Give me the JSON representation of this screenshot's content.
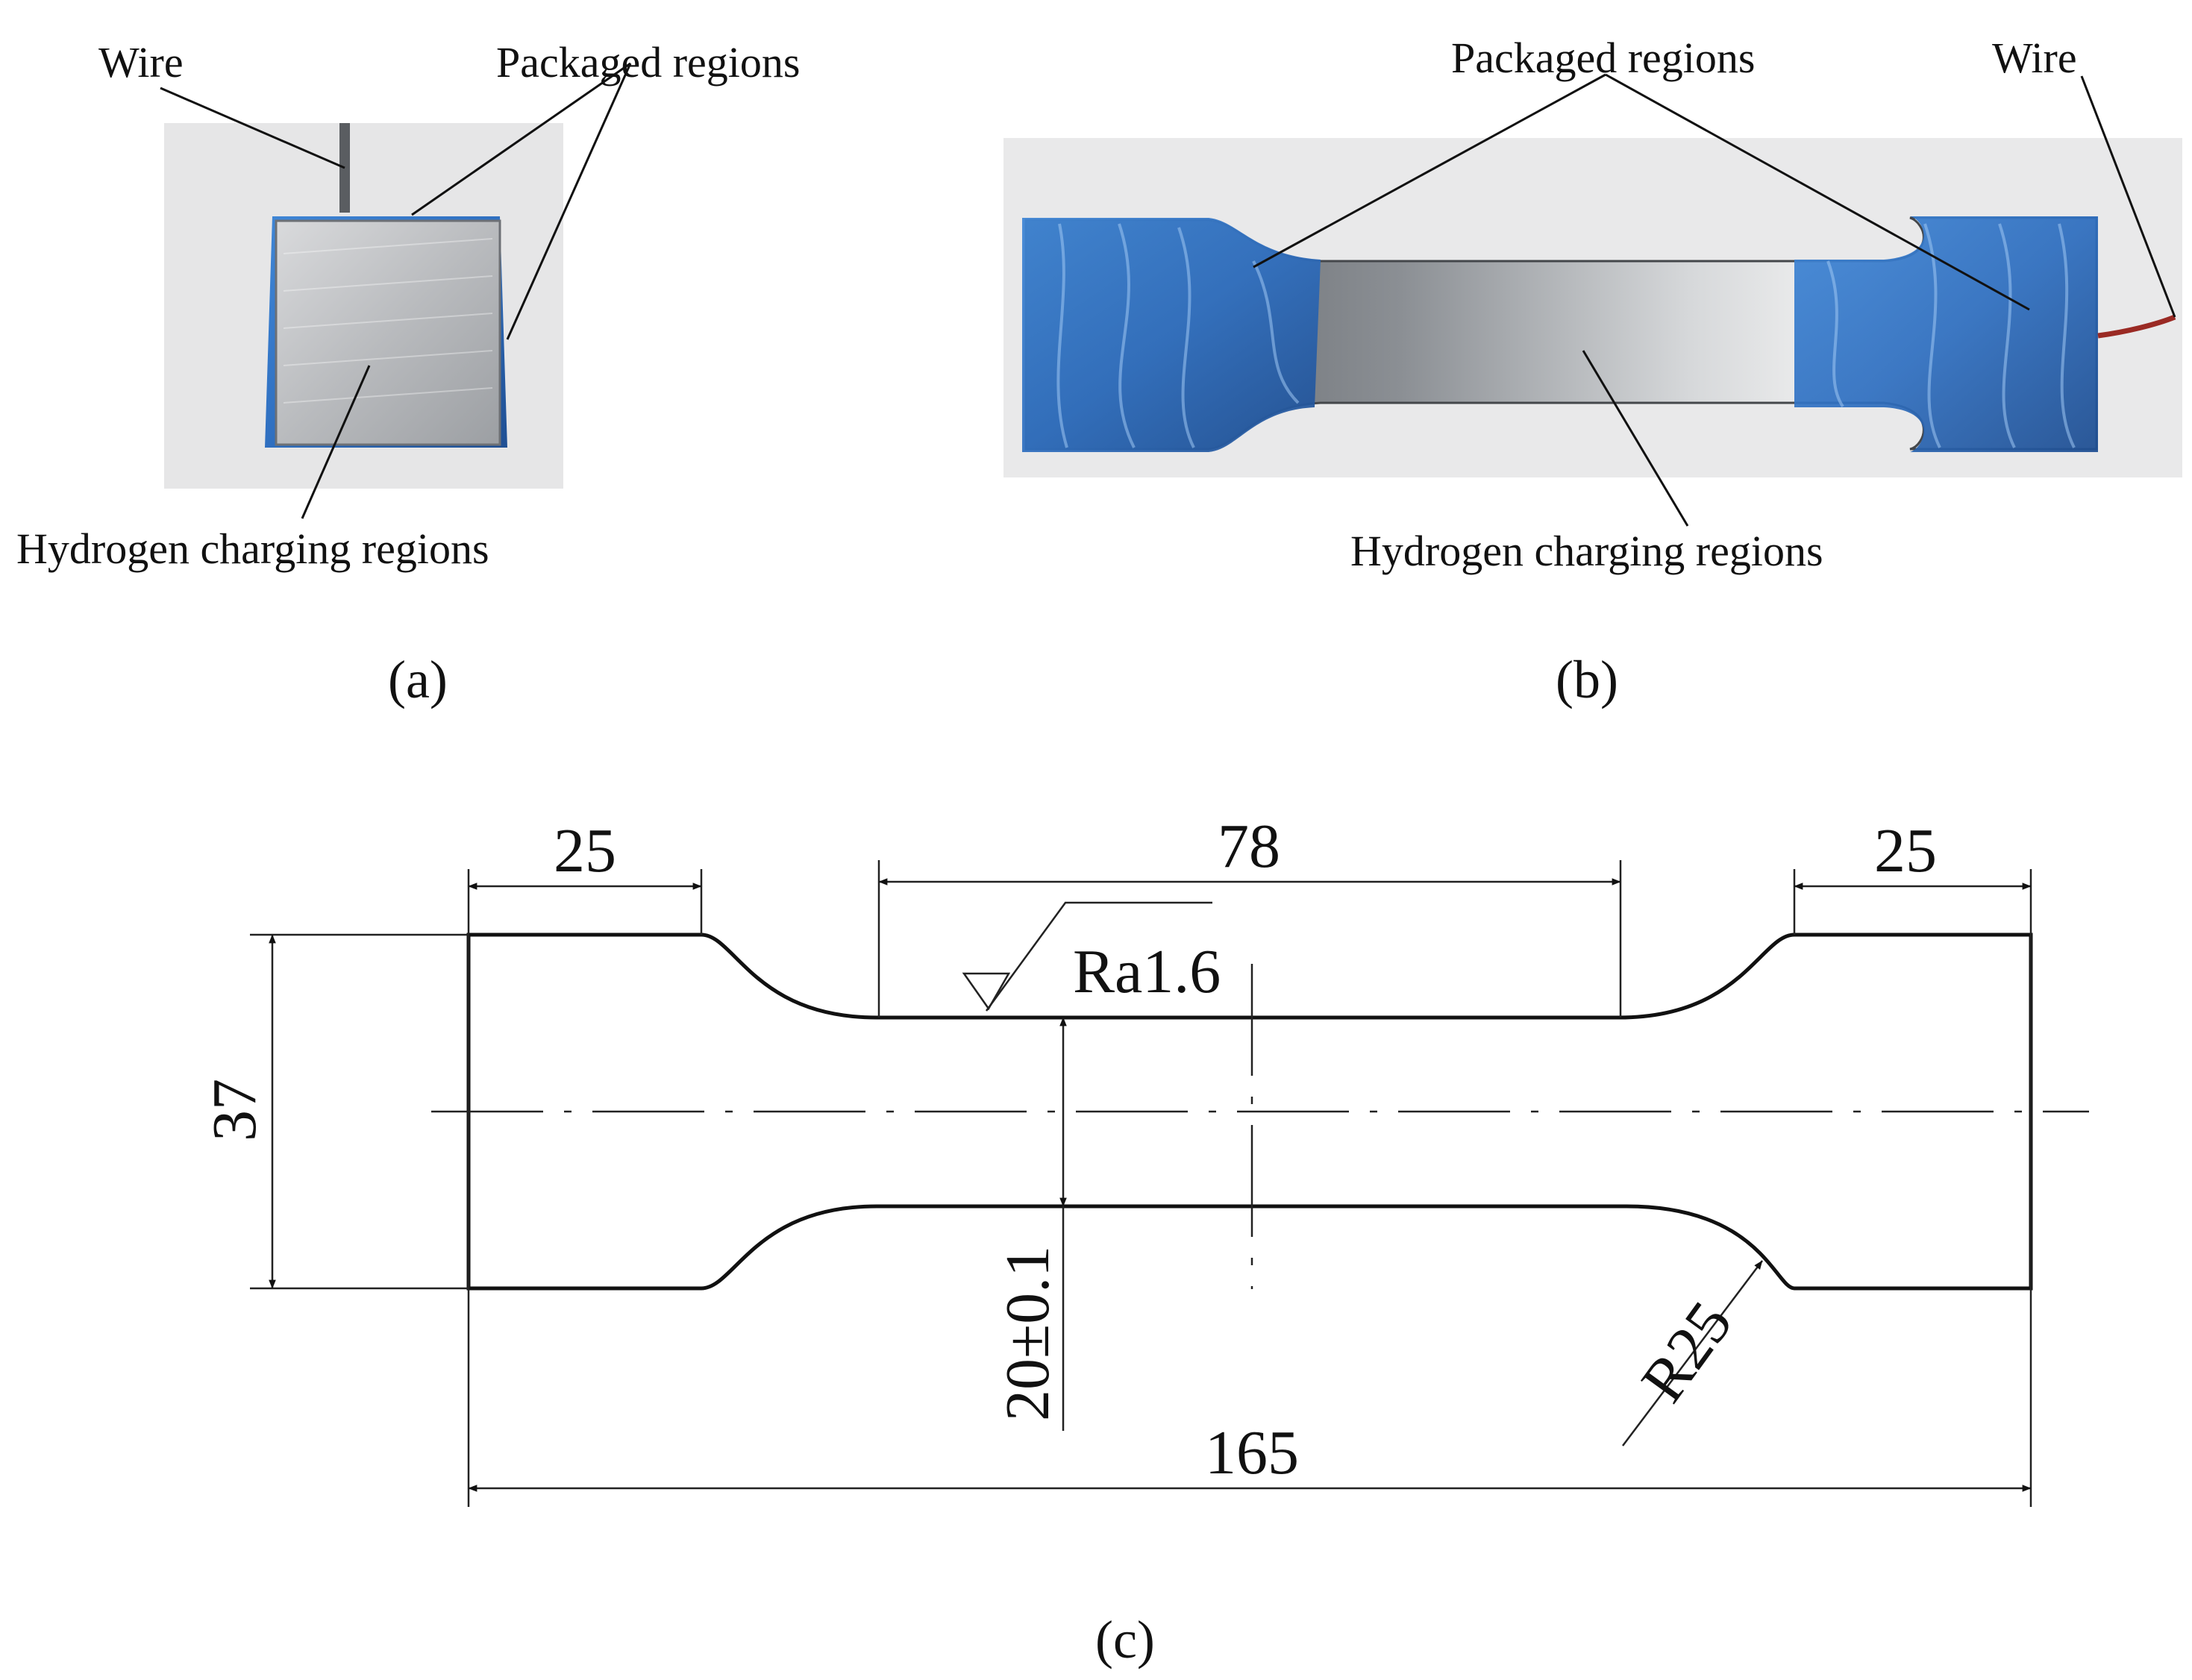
{
  "panel_a": {
    "caption": "(a)",
    "labels": {
      "wire": "Wire",
      "packaged": "Packaged regions",
      "charging": "Hydrogen charging regions"
    }
  },
  "panel_b": {
    "caption": "(b)",
    "labels": {
      "wire": "Wire",
      "packaged": "Packaged regions",
      "charging": "Hydrogen charging regions"
    }
  },
  "panel_c": {
    "caption": "(c)",
    "dimensions": {
      "grip_left": "25",
      "gauge_length": "78",
      "grip_right": "25",
      "overall_width": "37",
      "gauge_width": "20±0.1",
      "overall_length": "165",
      "fillet_radius": "R25",
      "roughness": "Ra1.6"
    }
  },
  "colors": {
    "tape_blue": "#2f6fc0",
    "metal_gray": "#a9acb0",
    "photo_background": "#e9e9ea",
    "wire_red": "#9a2a24"
  }
}
